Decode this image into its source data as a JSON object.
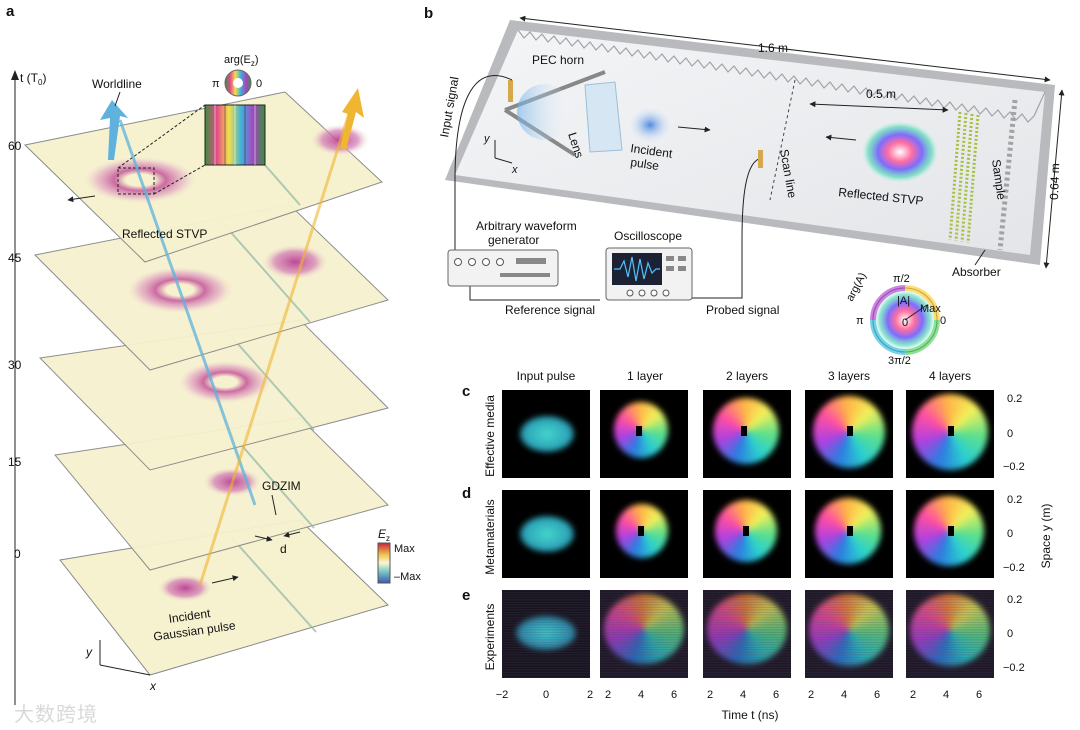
{
  "panel_letters": [
    "a",
    "b",
    "c",
    "d",
    "e"
  ],
  "panel_a": {
    "time_axis_label": "t (T",
    "time_axis_sub": "0",
    "time_axis_close": ")",
    "time_ticks": [
      "60",
      "45",
      "30",
      "15",
      "0"
    ],
    "worldline_label": "Worldline",
    "phase_wheel_label": "arg(E",
    "phase_wheel_sub": "z",
    "phase_wheel_close": ")",
    "phase_pi": "π",
    "phase_zero": "0",
    "reflected_label": "Reflected STVP",
    "gdzim_label": "GDZIM",
    "d_label": "d",
    "incident_line1": "Incident",
    "incident_line2": "Gaussian pulse",
    "colorbar_title": "E",
    "colorbar_sub": "z",
    "colorbar_max": "Max",
    "colorbar_min": "–Max",
    "axis_y": "y",
    "axis_x": "x"
  },
  "panel_b": {
    "length_label": "1.6 m",
    "width_label": "0.64 m",
    "distance_label": "0.5 m",
    "pec_horn": "PEC horn",
    "lens": "Lens",
    "input_signal": "Input signal",
    "incident_pulse_1": "Incident",
    "incident_pulse_2": "pulse",
    "scan_line": "Scan line",
    "reflected_stvp": "Reflected STVP",
    "sample": "Sample",
    "absorber": "Absorber",
    "awg_1": "Arbitrary waveform",
    "awg_2": "generator",
    "oscilloscope": "Oscilloscope",
    "reference_signal": "Reference signal",
    "probed_signal": "Probed signal",
    "axis_y": "y",
    "axis_x": "x",
    "wheel_arg": "arg(A)",
    "wheel_abs": "|A|",
    "wheel_max": "Max",
    "wheel_zero_inner": "0",
    "wheel_pi_half": "π/2",
    "wheel_pi": "π",
    "wheel_zero": "0",
    "wheel_3pi_half": "3π/2"
  },
  "panel_cde": {
    "column_titles": [
      "Input pulse",
      "1 layer",
      "2 layers",
      "3 layers",
      "4 layers"
    ],
    "row_labels": [
      "Effective media",
      "Metamaterials",
      "Experiments"
    ],
    "y_ticks": [
      "0.2",
      "0",
      "−0.2"
    ],
    "y_axis_label": "Space y (m)",
    "x_ticks_input": [
      "−2",
      "0",
      "2"
    ],
    "x_ticks_layers": [
      "2",
      "4",
      "6"
    ],
    "x_axis_label": "Time t (ns)"
  },
  "watermark": "大数跨境",
  "colors": {
    "plane": "#f6f2cf",
    "pulse_pink": "#c2549a",
    "worldline_blue": "#5fb2dd",
    "worldline_yellow": "#f0b632",
    "cyan_pulse": "#3fd0cf"
  }
}
